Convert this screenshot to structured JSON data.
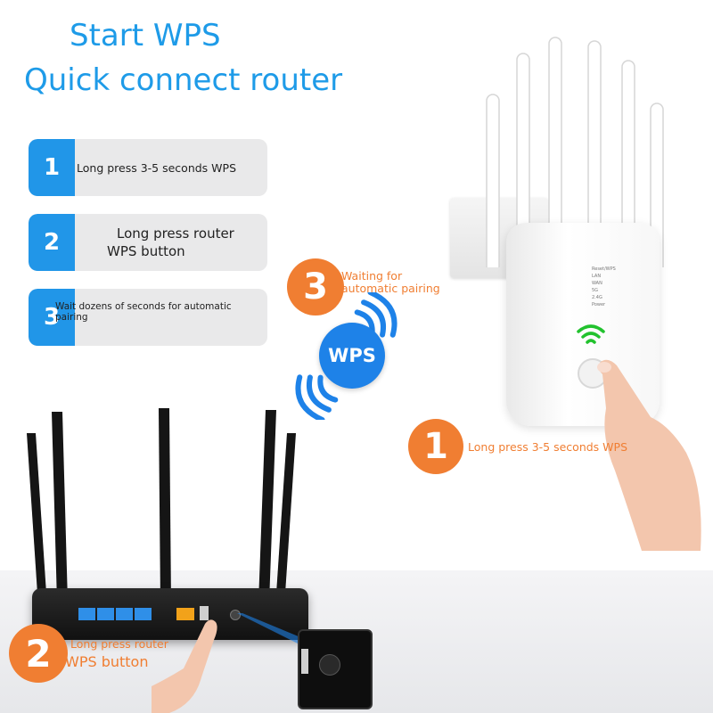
{
  "headline": {
    "line1": "Start WPS",
    "line2": "Quick connect router"
  },
  "steps": [
    {
      "number": "1",
      "text_lines": [
        "Long press 3-5 seconds WPS"
      ]
    },
    {
      "number": "2",
      "text_lines": [
        "Long press router",
        "WPS button"
      ]
    },
    {
      "number": "3",
      "text_lines": [
        "Wait dozens of seconds for automatic pairing"
      ]
    }
  ],
  "callouts": {
    "waiting": {
      "number": "3",
      "line1": "Waiting for",
      "line2": "automatic pairing"
    },
    "extender": {
      "number": "1",
      "text": "Long press 3-5 seconds WPS"
    },
    "router": {
      "number": "2",
      "line1": "Long press router",
      "line2": "WPS button"
    }
  },
  "wps_badge": {
    "label": "WPS"
  },
  "extender_leds": [
    "Reset/WPS",
    "LAN",
    "WAN",
    "5G",
    "2.4G",
    "Power"
  ],
  "colors": {
    "title_blue": "#1e9be8",
    "step_blue": "#2196e8",
    "callout_orange": "#f07e32",
    "wps_blue": "#1e82e8",
    "wifi_green": "#22c22e"
  },
  "icons": [
    "wifi-signal-icon",
    "wave-arcs-icon",
    "finger-pointer-icon"
  ]
}
